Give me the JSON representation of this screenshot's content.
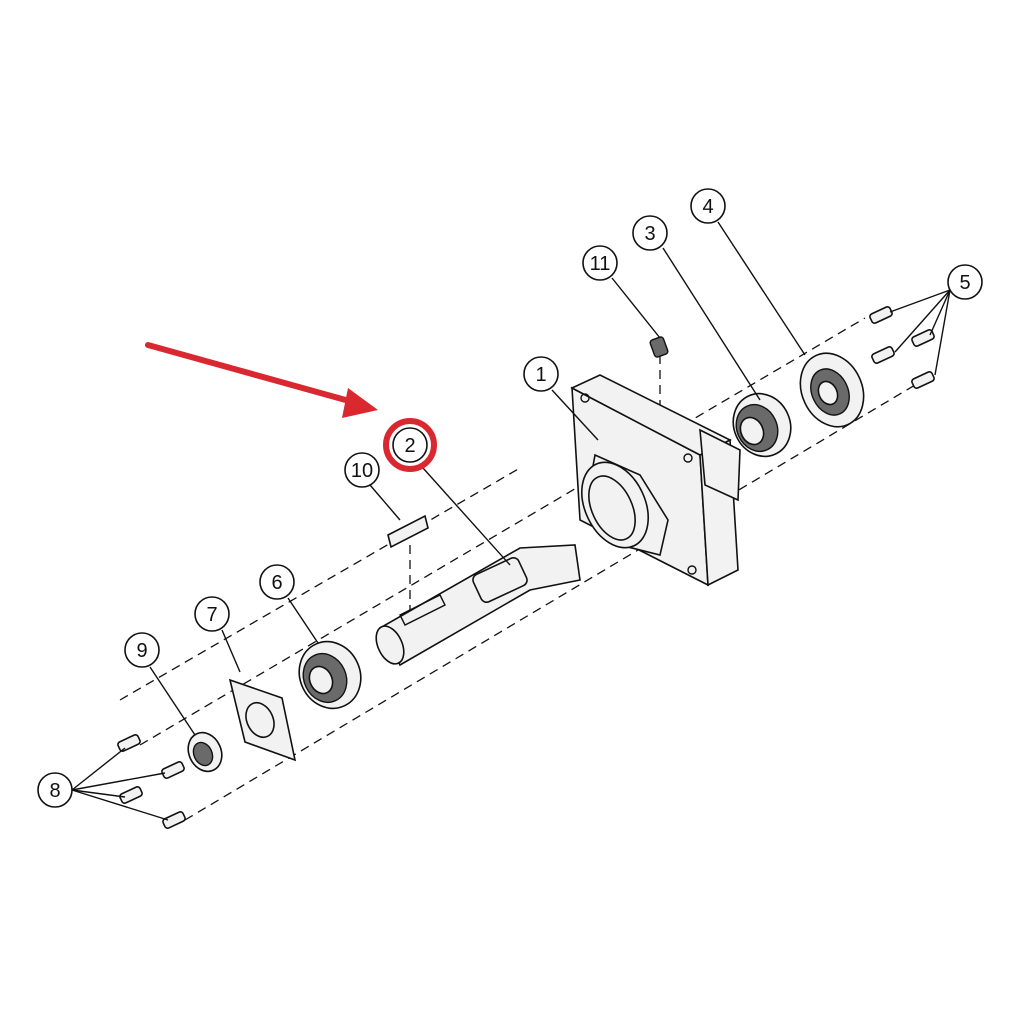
{
  "callouts": [
    "1",
    "2",
    "3",
    "4",
    "5",
    "6",
    "7",
    "8",
    "9",
    "10",
    "11"
  ],
  "highlight": {
    "callout": "2",
    "color": "#d9282f"
  },
  "arrow": {
    "color": "#d9282f"
  },
  "icons": {
    "highlight_arrow": "arrow-right-icon"
  }
}
